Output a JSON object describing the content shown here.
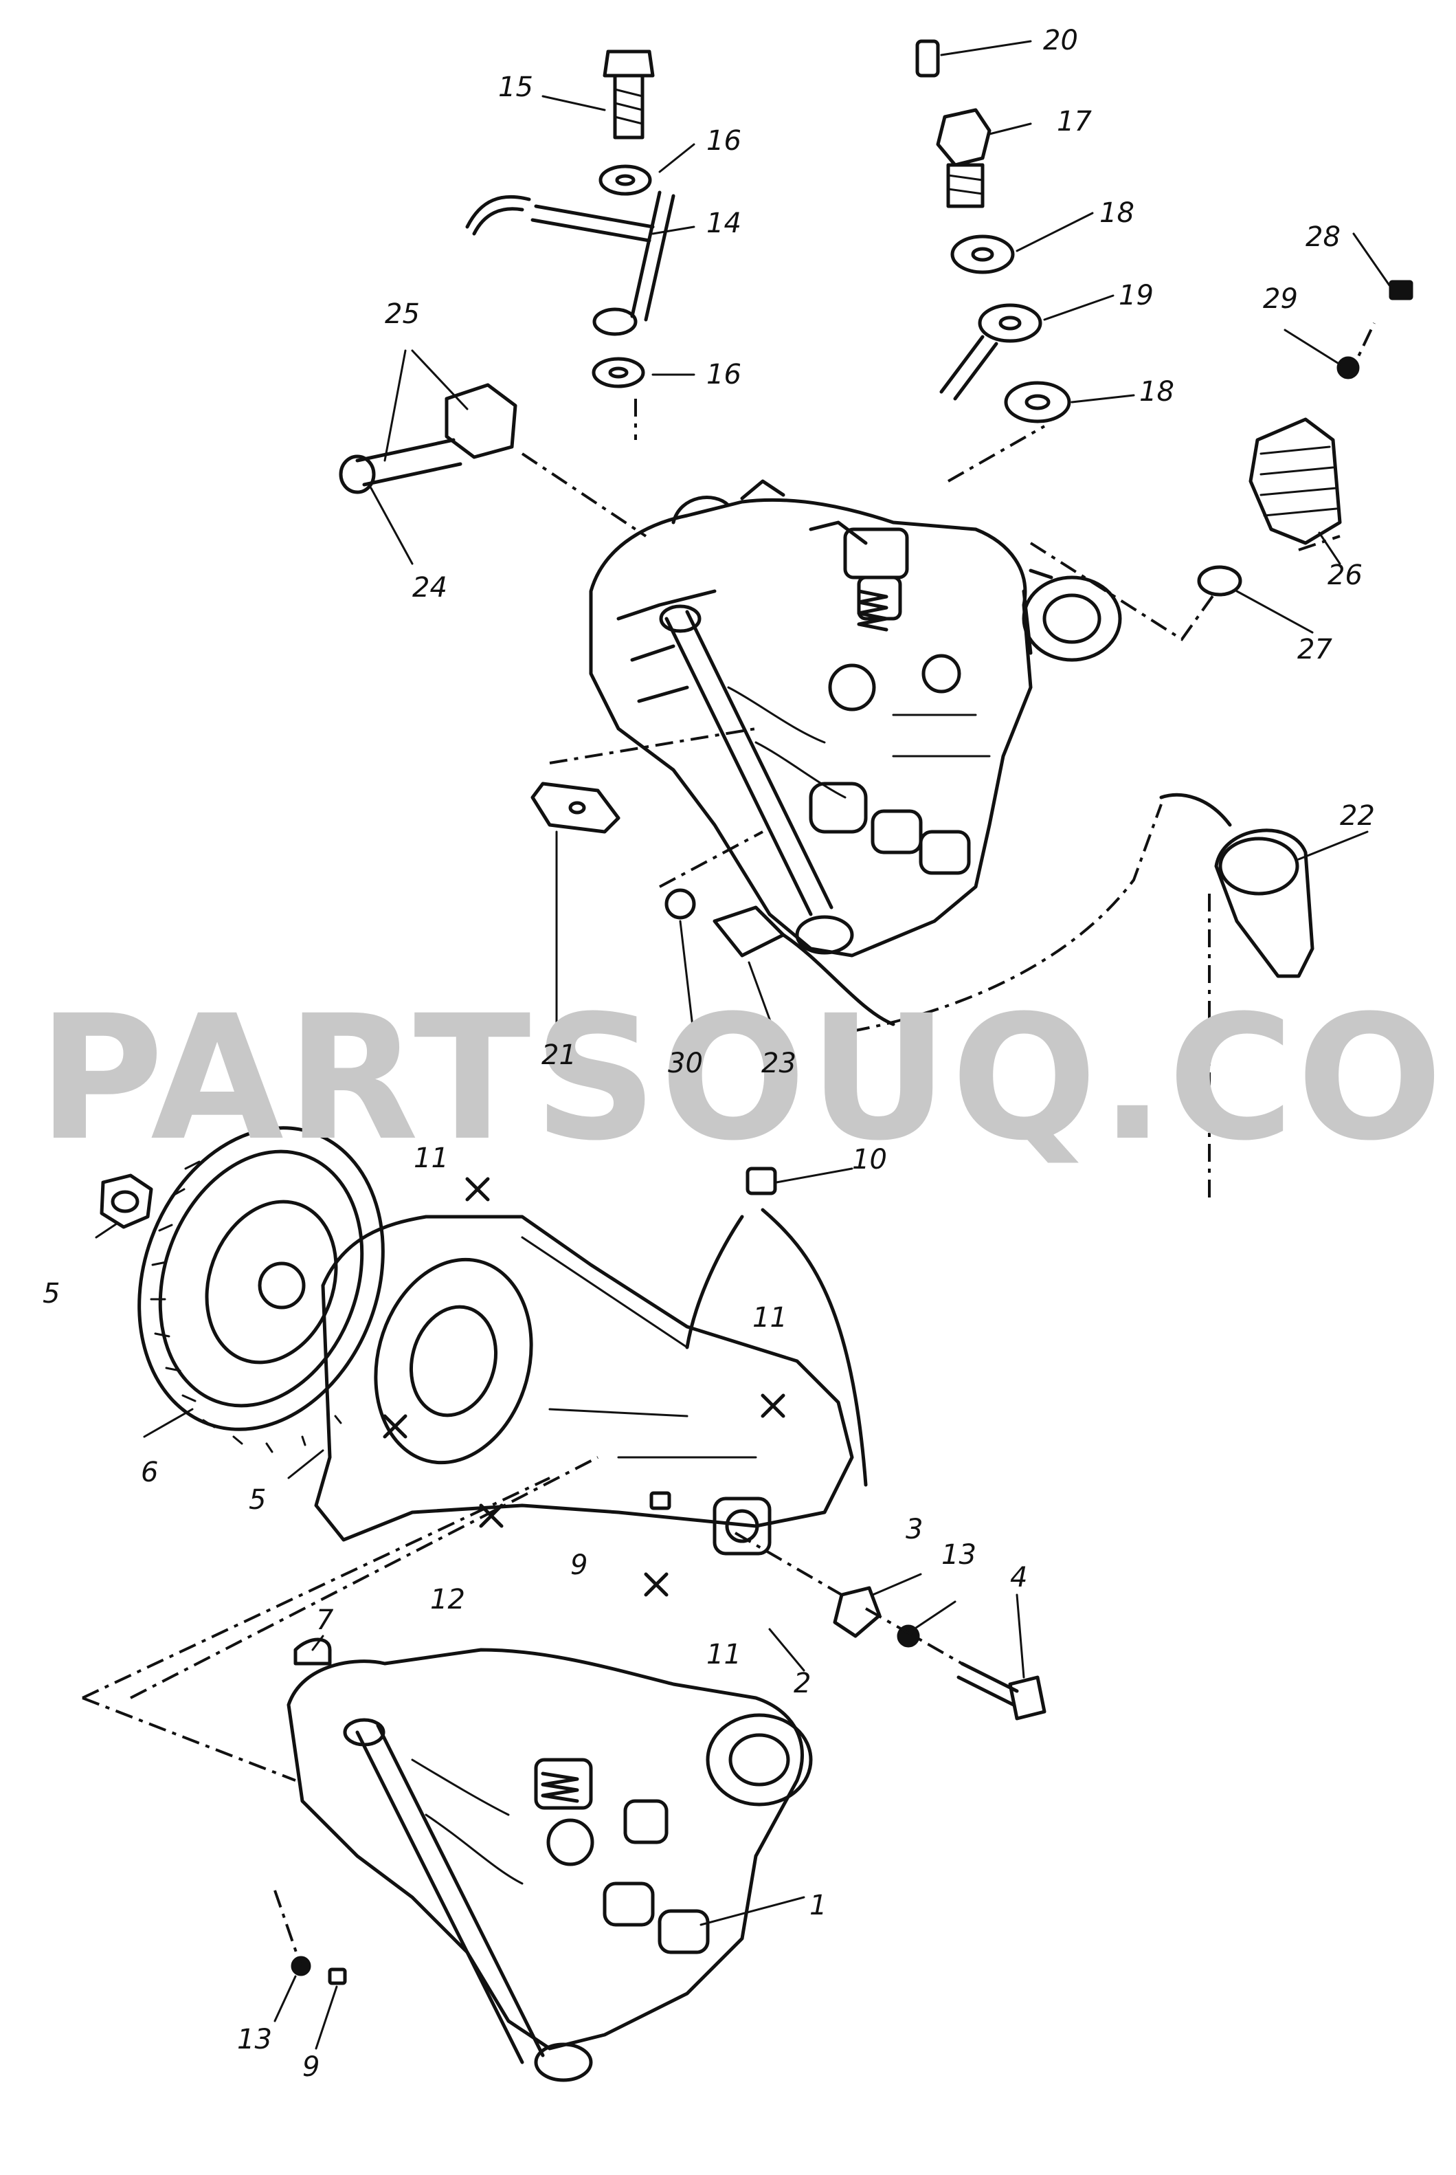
{
  "watermark": "PARTSOUQ.COM",
  "callouts": {
    "c1": "1",
    "c2": "2",
    "c3": "3",
    "c4": "4",
    "c5a": "5",
    "c5b": "5",
    "c6": "6",
    "c7": "7",
    "c9a": "9",
    "c9b": "9",
    "c10": "10",
    "c11a": "11",
    "c11b": "11",
    "c11c": "11",
    "c12": "12",
    "c13a": "13",
    "c13b": "13",
    "c14": "14",
    "c15": "15",
    "c16a": "16",
    "c16b": "16",
    "c17": "17",
    "c18a": "18",
    "c18b": "18",
    "c19": "19",
    "c20": "20",
    "c21": "21",
    "c22": "22",
    "c23": "23",
    "c24": "24",
    "c25": "25",
    "c26": "26",
    "c27": "27",
    "c28": "28",
    "c29": "29",
    "c30": "30"
  }
}
